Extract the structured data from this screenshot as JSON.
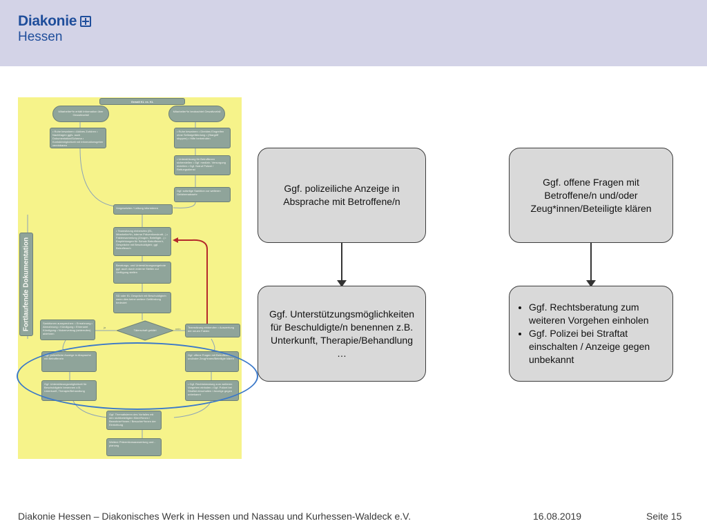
{
  "header": {
    "logo_line1": "Diakonie",
    "logo_line2": "Hessen",
    "background_color": "#d3d3e7",
    "logo_color": "#1f4e9b"
  },
  "flowchart": {
    "background_color": "#f6f38a",
    "box_color": "#8fa49a",
    "highlight_color": "#3a78c9",
    "loop_arrow_color": "#b3272b",
    "title": "Gewalt KL vs. KL",
    "side_label": "Fortlaufende Dokumentation",
    "node_left_start": "Mitarbeiter*in erhält Information über Gewaltvorfall",
    "node_right_start": "Mitarbeiter*in beobachtet Gewaltvorfall",
    "node_left_list": "• Ruhe bewahren • Aktives Zuhören • Nachfragen ggfs. auch Dokumentation/Schema • Kontaktmöglichkeit mit Informationsgeber vereinbaren",
    "node_right_list": "• Ruhe bewahren • Direktes Eingreifen ohne Selbstgefährdung • (Stargriff stoppen) • Hilfe herbeirufen",
    "node_right_support": "• Unterstützung für Betroffenen sicherstellen • Ggf. medizin. Versorgung einleiten • Ggf. Notruf Polizei / Rettungsdienst",
    "node_right_danger": "Ggf. sofortige Sanktion zur weiteren Gefahrenabwehr",
    "node_lead": "Vorgesetzten / Leitung informieren",
    "node_team": "• Teamsitzung einberufen (EL, Mitarbeiter*in, interne Präventionskraft...) • Faktensammlung (Zeugen, Beteiligte...) • Empfehlungen für Schutz Betroffener/r, Gespräche mit Beschuldigte/r, ggf. Betroffene/n",
    "node_counsel": "Beratungs- und Unterstützungsangebote ggf. auch durch externe Stellen zur Verfügung stellen",
    "node_meeting": "SD oder EL Gespräch mit Beschuldigte/n wenn dies keine weitere Gefährdung bedeutet",
    "node_decision": "Täterschaft geklärt",
    "node_decision_yes": "ja",
    "node_decision_no": "nein",
    "node_left_measures": "Sanktionen aussprechen: • Ermahnung • Abmahnung • Kündigung • Ehrenamt Kündigung • Nutzervertrag (widerrufen) ablehnen",
    "node_right_team": "Teamsitzung einberufen • Auswertung der neuen Fakten",
    "node_police": "Ggf. polizeiliche Anzeige in Absprache mit Betroffene/n",
    "node_questions": "Ggf. offene Fragen mit Betroffene/n und/oder Zeug*innen/Beteiligte klären",
    "node_support_options": "Ggf. Unterstützungsmöglichkeit für Beschuldigte/n benennen z.B. Unterkunft, Therapie/Behandlung",
    "node_legal": "• Ggf. Rechtsberatung zum weiteren Vorgehen einholen • Ggf. Polizei bei Straftat einschalten / Anzeige gegen unbekannt",
    "node_topic": "Ggf. Thematisieren des Vorfalles mit den nichtbeteiligten Klient*innen / Bewohner*innen / Besucher*innen der Einrichtung",
    "node_prevention": "Weitere Präventionsauswertung und -planung"
  },
  "cards": {
    "police": "Ggf. polizeiliche Anzeige in Absprache mit Betroffene/n",
    "questions": "Ggf. offene Fragen mit Betroffene/n und/oder Zeug*innen/Beteiligte klären",
    "support": "Ggf. Unterstützungsmöglichkeiten für Beschuldigte/n benennen z.B. Unterkunft, Therapie/Behandlung …",
    "legal_items": [
      "Ggf. Rechtsberatung zum weiteren Vorgehen einholen",
      "Ggf. Polizei bei Straftat einschalten / Anzeige gegen unbekannt"
    ],
    "card_color": "#d9d9d9"
  },
  "footer": {
    "org": "Diakonie Hessen – Diakonisches Werk in Hessen und Nassau und Kurhessen-Waldeck e.V.",
    "date": "16.08.2019",
    "page_label": "Seite  15"
  }
}
